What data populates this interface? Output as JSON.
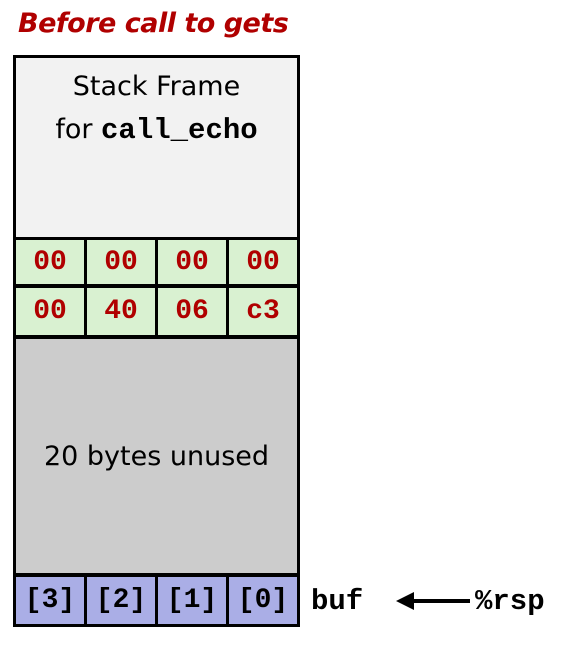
{
  "title": "Before call to gets",
  "frame": {
    "line1": "Stack Frame",
    "line2_prefix": "for ",
    "line2_code": "call_echo"
  },
  "return_address_rows": [
    [
      "00",
      "00",
      "00",
      "00"
    ],
    [
      "00",
      "40",
      "06",
      "c3"
    ]
  ],
  "unused_label": "20 bytes unused",
  "buf_cells": [
    "[3]",
    "[2]",
    "[1]",
    "[0]"
  ],
  "buf_label": "buf",
  "rsp_label": "%rsp",
  "colors": {
    "title": "#b00000",
    "hex_text": "#b00000",
    "frame_bg": "#f2f2f2",
    "return_addr_bg": "#d9f1d1",
    "unused_bg": "#cccccc",
    "buf_bg": "#aaaee6"
  }
}
